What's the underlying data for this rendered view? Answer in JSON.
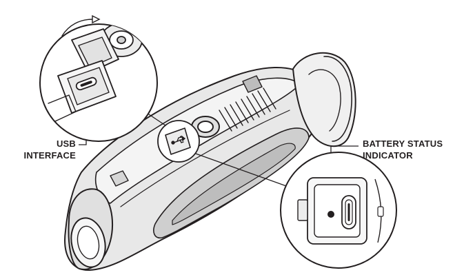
{
  "labels": {
    "usb_line1": "USB",
    "usb_line2": "INTERFACE",
    "battery_line1": "BATTERY STATUS",
    "battery_line2": "INDICATOR"
  },
  "icons": {
    "usb": "usb-symbol-icon",
    "port": "usb-c-port-icon",
    "led": "led-indicator-icon",
    "arrow": "rotate-arrow-icon"
  },
  "colors": {
    "ink": "#231f20",
    "body_fill": "#e6e6e6",
    "grip_fill": "#cfcfcf",
    "highlight": "#ffffff"
  }
}
